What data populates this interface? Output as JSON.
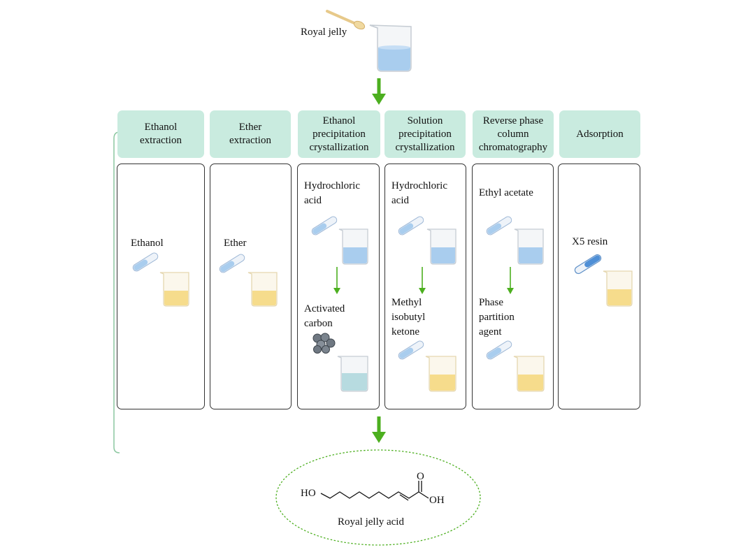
{
  "top": {
    "source_label": "Royal jelly"
  },
  "columns": [
    {
      "method": "Ethanol extraction",
      "steps": [
        "Ethanol"
      ]
    },
    {
      "method": "Ether extraction",
      "steps": [
        "Ether"
      ]
    },
    {
      "method": "Ethanol precipitation crystallization",
      "steps": [
        "Hydrochloric acid",
        "Activated carbon"
      ]
    },
    {
      "method": "Solution precipitation crystallization",
      "steps": [
        "Hydrochloric acid",
        "Methyl isobutyl ketone"
      ]
    },
    {
      "method": "Reverse phase column chromatography",
      "steps": [
        "Ethyl acetate",
        "Phase partition agent"
      ]
    },
    {
      "method": "Adsorption",
      "steps": [
        "X5 resin"
      ]
    }
  ],
  "product": {
    "name": "Royal jelly acid",
    "group_left": "HO",
    "group_right": "OH",
    "carbonyl": "O"
  },
  "colors": {
    "arrow": "#4caf1f",
    "header_fill": "#c9ebdf",
    "bracket": "#8bc7a0",
    "liquid_blue": "#a9cdee",
    "liquid_yellow": "#f6dc8c",
    "tube_blue": "#6fa6e0"
  }
}
